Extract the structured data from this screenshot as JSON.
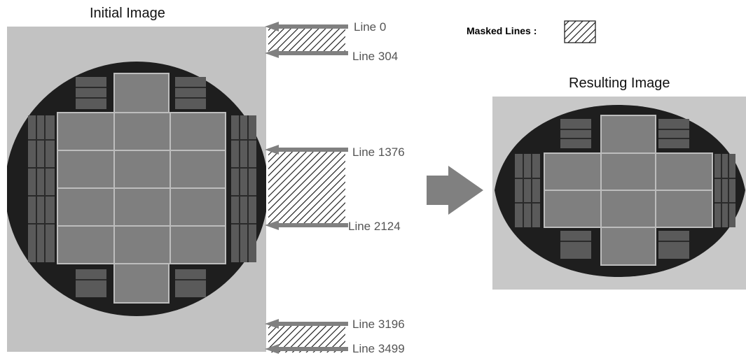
{
  "titles": {
    "initial": "Initial Image",
    "resulting": "Resulting Image"
  },
  "legend": {
    "label": "Masked Lines :"
  },
  "lines": [
    {
      "label": "Line 0"
    },
    {
      "label": "Line 304"
    },
    {
      "label": "Line 1376"
    },
    {
      "label": "Line 2124"
    },
    {
      "label": "Line 3196"
    },
    {
      "label": "Line 3499"
    }
  ],
  "colors": {
    "background_gray": "#c2c2c2",
    "wafer_dark": "#1e1e1e",
    "die_fill": "#7f7f7f",
    "die_grid_line": "#bdbdbd",
    "arrow": "#808080",
    "label_text": "#555555"
  },
  "icons": {
    "transform_arrow": "right-arrow-icon"
  }
}
